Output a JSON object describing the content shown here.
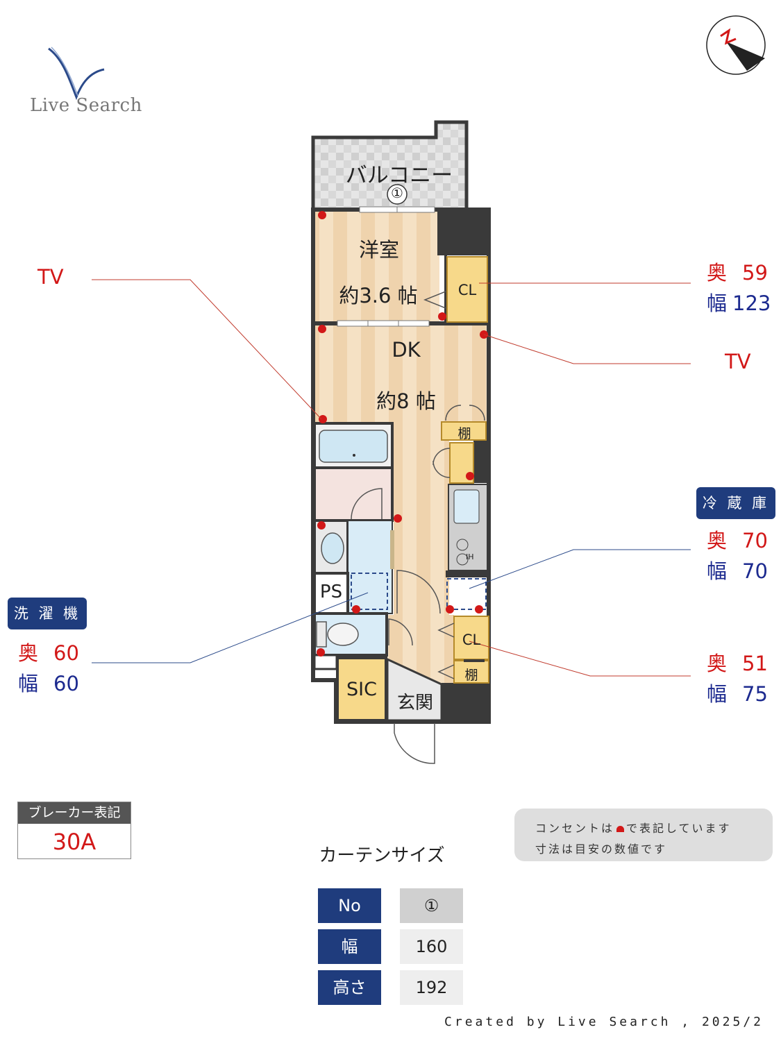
{
  "brand": {
    "name": "Live Search"
  },
  "rooms": {
    "balcony": "バルコニー",
    "western_room": "洋室",
    "western_room_size": "約3.6 帖",
    "dk": "DK",
    "dk_size": "約8 帖",
    "closet": "CL",
    "shelf": "棚",
    "ps": "PS",
    "sic": "SIC",
    "entrance": "玄関",
    "ih": "IH",
    "curtain_marker": "①"
  },
  "callouts": {
    "tv_left": "TV",
    "tv_right": "TV",
    "closet_top": {
      "depth_label": "奥",
      "depth": "59",
      "width_label": "幅",
      "width": "123"
    },
    "fridge": {
      "title": "冷 蔵 庫",
      "depth_label": "奥",
      "depth": "70",
      "width_label": "幅",
      "width": "70"
    },
    "washer": {
      "title": "洗 濯 機",
      "depth_label": "奥",
      "depth": "60",
      "width_label": "幅",
      "width": "60"
    },
    "closet_bottom": {
      "depth_label": "奥",
      "depth": "51",
      "width_label": "幅",
      "width": "75"
    }
  },
  "breaker": {
    "label": "ブレーカー表記",
    "value": "30A"
  },
  "notes": {
    "line1_before": "コンセントは",
    "line1_after": "で表記しています",
    "line2": "寸法は目安の数値です"
  },
  "curtain": {
    "title": "カーテンサイズ",
    "rows": [
      {
        "label": "No",
        "value": "①"
      },
      {
        "label": "幅",
        "value": "160"
      },
      {
        "label": "高さ",
        "value": "192"
      }
    ]
  },
  "credit": "Created by Live Search , 2025/2",
  "colors": {
    "outlet": "#d21818",
    "badge": "#1f3c7d",
    "wall": "#3a3a3a",
    "floor_wood": "#f3dfc2",
    "closet": "#f7d98a",
    "wet": "#d9ecf7"
  }
}
